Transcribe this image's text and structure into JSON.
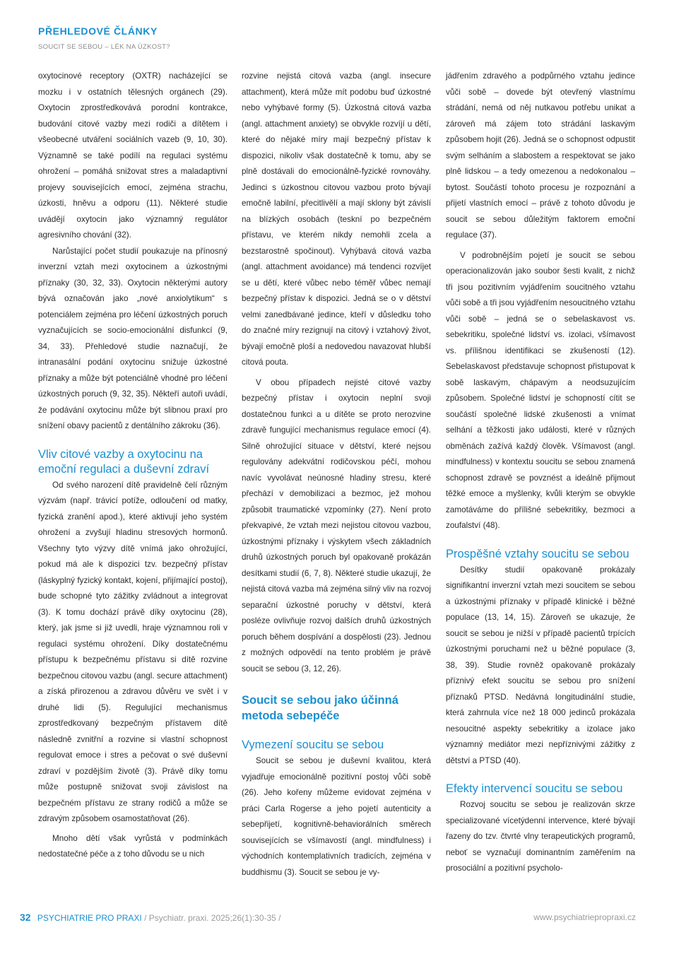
{
  "header": {
    "section": "PŘEHLEDOVÉ ČLÁNKY",
    "subtitle": "SOUCIT SE SEBOU – LÉK NA ÚZKOST?"
  },
  "col1": {
    "p1": "oxytocinové receptory (OXTR) nacházející se mozku i v ostatních tělesných orgánech (29). Oxytocin zprostředkovává porodní kontrakce, budování citové vazby mezi rodiči a dítětem i všeobecné utváření sociálních vazeb (9, 10, 30). Významně se také podílí na regulaci systému ohrožení – pomáhá snižovat stres a maladaptivní projevy souvisejících emocí, zejména strachu, úzkosti, hněvu a odporu (11). Některé studie uvádějí oxytocin jako významný regulátor agresivního chování (32).",
    "p2": "Narůstající počet studií poukazuje na přínosný inverzní vztah mezi oxytocinem a úzkostnými příznaky (30, 32, 33). Oxytocin některými autory bývá označován jako „nové anxiolytikum“ s potenciálem zejména pro léčení úzkostných poruch vyznačujících se socio-emocionální disfunkcí (9, 34, 33). Přehledové studie naznačují, že intranasální podání oxytocinu snižuje úzkostné příznaky a může být potenciálně vhodné pro léčení úzkostných poruch (9, 32, 35). Někteří autoři uvádí, že podávání oxytocinu může být slibnou praxí pro snížení obavy pacientů z dentálního zákroku (36).",
    "h2": "Vliv citové vazby a oxytocinu na emoční regulaci a duševní zdraví",
    "p3": "Od svého narození dítě pravidelně čelí různým výzvám (např. trávicí potíže, odloučení od matky, fyzická zranění apod.), které aktivují jeho systém ohrožení a zvyšují hladinu stresových hormonů. Všechny tyto výzvy dítě vnímá jako ohrožující, pokud má ale k dispozici tzv. bezpečný přístav (láskyplný fyzický kontakt, kojení, přijímající postoj), bude schopné tyto zážitky zvládnout a integrovat (3). K tomu dochází právě díky oxytocinu (28), který, jak jsme si již uvedli, hraje významnou roli v regulaci systému ohrožení. Díky dostatečnému přístupu k bezpečnému přístavu si dítě rozvine bezpečnou citovou vazbu (angl. secure attachment) a získá přirozenou a zdravou důvěru ve svět i v druhé lidi (5). Regulující mechanismus zprostředkovaný bezpečným přístavem dítě následně zvnitřní a rozvine si vlastní schopnost regulovat emoce i stres a pečovat o své duševní zdraví v pozdějším životě (3). Právě díky tomu může postupně snižovat svoji závislost na bezpečném přístavu ze strany rodičů a může se zdravým způsobem osamostatňovat (26).",
    "p4": "Mnoho dětí však vyrůstá v podmínkách nedostatečné péče a z toho důvodu se u nich"
  },
  "col2": {
    "p1": "rozvine nejistá citová vazba (angl. insecure attachment), která může mít podobu buď úzkostné nebo vyhýbavé formy (5). Úzkostná citová vazba (angl. attachment anxiety) se obvykle rozvíjí u dětí, které do nějaké míry mají bezpečný přístav k dispozici, nikoliv však dostatečně k tomu, aby se plně dostávali do emocionálně-fyzické rovnováhy. Jedinci s úzkostnou citovou vazbou proto bývají emočně labilní, přecitlivělí a mají sklony být závislí na blízkých osobách (teskní po bezpečném přístavu, ve kterém nikdy nemohli zcela a bezstarostně spočinout). Vyhýbavá citová vazba (angl. attachment avoidance) má tendenci rozvíjet se u dětí, které vůbec nebo téměř vůbec nemají bezpečný přístav k dispozici. Jedná se o v dětství velmi zanedbávané jedince, kteří v důsledku toho do značné míry rezignují na citový i vztahový život, bývají emočně ploší a nedovedou navazovat hlubší citová pouta.",
    "p2": "V obou případech nejisté citové vazby bezpečný přístav i oxytocin neplní svoji dostatečnou funkci a u dítěte se proto nerozvine zdravě fungující mechanismus regulace emocí (4). Silně ohrožující situace v dětství, které nejsou regulovány adekvátní rodičovskou péčí, mohou navíc vyvolávat neúnosné hladiny stresu, které přechází v demobilizaci a bezmoc, jež mohou způsobit traumatické vzpomínky (27). Není proto překvapivé, že vztah mezi nejistou citovou vazbou, úzkostnými příznaky i výskytem všech základních druhů úzkostných poruch byl opakovaně prokázán desítkami studií (6, 7, 8). Některé studie ukazují, že nejistá citová vazba má zejména silný vliv na rozvoj separační úzkostné poruchy v dětství, která posléze ovlivňuje rozvoj dalších druhů úzkostných poruch během dospívání a dospělosti (23). Jednou z možných odpovědí na tento problém je právě soucit se sebou (3, 12, 26).",
    "h1": "Soucit se sebou jako účinná metoda sebepéče",
    "h2": "Vymezení soucitu se sebou",
    "p3": "Soucit se sebou je duševní kvalitou, která vyjadřuje emocionálně pozitivní postoj vůči sobě (26). Jeho kořeny můžeme evidovat zejména v práci Carla Rogerse a jeho pojetí autenticity a sebepřijetí, kognitivně-behaviorálních směrech souvisejících se všímavostí (angl. mindfulness) i východních kontemplativních tradicích, zejména v buddhismu (3). Soucit se sebou je vy-"
  },
  "col3": {
    "p1": "jádřením zdravého a podpůrného vztahu jedince vůči sobě – dovede být otevřený vlastnímu strádání, nemá od něj nutkavou potřebu unikat a zároveň má zájem toto strádání laskavým způsobem hojit (26). Jedná se o schopnost odpustit svým selháním a slabostem a respektovat se jako plně lidskou – a tedy omezenou a nedokonalou – bytost. Součástí tohoto procesu je rozpoznání a přijetí vlastních emocí – právě z tohoto důvodu je soucit se sebou důležitým faktorem emoční regulace (37).",
    "p2": "V podrobnějším pojetí je soucit se sebou operacionalizován jako soubor šesti kvalit, z nichž tři jsou pozitivním vyjádřením soucitného vztahu vůči sobě a tři jsou vyjádřením nesoucitného vztahu vůči sobě – jedná se o sebelaskavost vs. sebekritiku, společné lidství vs. izolaci, všímavost vs. přílišnou identifikaci se zkušeností (12). Sebelaskavost představuje schopnost přistupovat k sobě laskavým, chápavým a neodsuzujícím způsobem. Společné lidství je schopností cítit se součástí společné lidské zkušenosti a vnímat selhání a těžkosti jako události, které v různých obměnách zažívá každý člověk. Všímavost (angl. mindfulness) v kontextu soucitu se sebou znamená schopnost zdravě se povznést a ideálně přijmout těžké emoce a myšlenky, kvůli kterým se obvykle zamotáváme do přílišné sebekritiky, bezmoci a zoufalství (48).",
    "h2a": "Prospěšné vztahy soucitu se sebou",
    "p3": "Desítky studií opakovaně prokázaly signifikantní inverzní vztah mezi soucitem se sebou a úzkostnými příznaky v případě klinické i běžné populace (13, 14, 15). Zároveň se ukazuje, že soucit se sebou je nižší v případě pacientů trpících úzkostnými poruchami než u běžné populace (3, 38, 39). Studie rovněž opakovaně prokázaly příznivý efekt soucitu se sebou pro snížení příznaků PTSD. Nedávná longitudinální studie, která zahrnula více než 18 000 jedinců prokázala nesoucitné aspekty sebekritiky a izolace jako významný mediátor mezi nepříznivými zážitky z dětství a PTSD (40).",
    "h2b": "Efekty intervencí soucitu se sebou",
    "p4": "Rozvoj soucitu se sebou je realizován skrze specializované vícetýdenní intervence, které bývají řazeny do tzv. čtvrté vlny terapeutických programů, neboť se vyznačují dominantním zaměřením na prosociální a pozitivní psycholo-"
  },
  "footer": {
    "page_number": "32",
    "journal": "PSYCHIATRIE PRO PRAXI",
    "citation": "/  Psychiatr. praxi. 2025;26(1):30-35  /",
    "url": "www.psychiatriepropraxi.cz"
  }
}
